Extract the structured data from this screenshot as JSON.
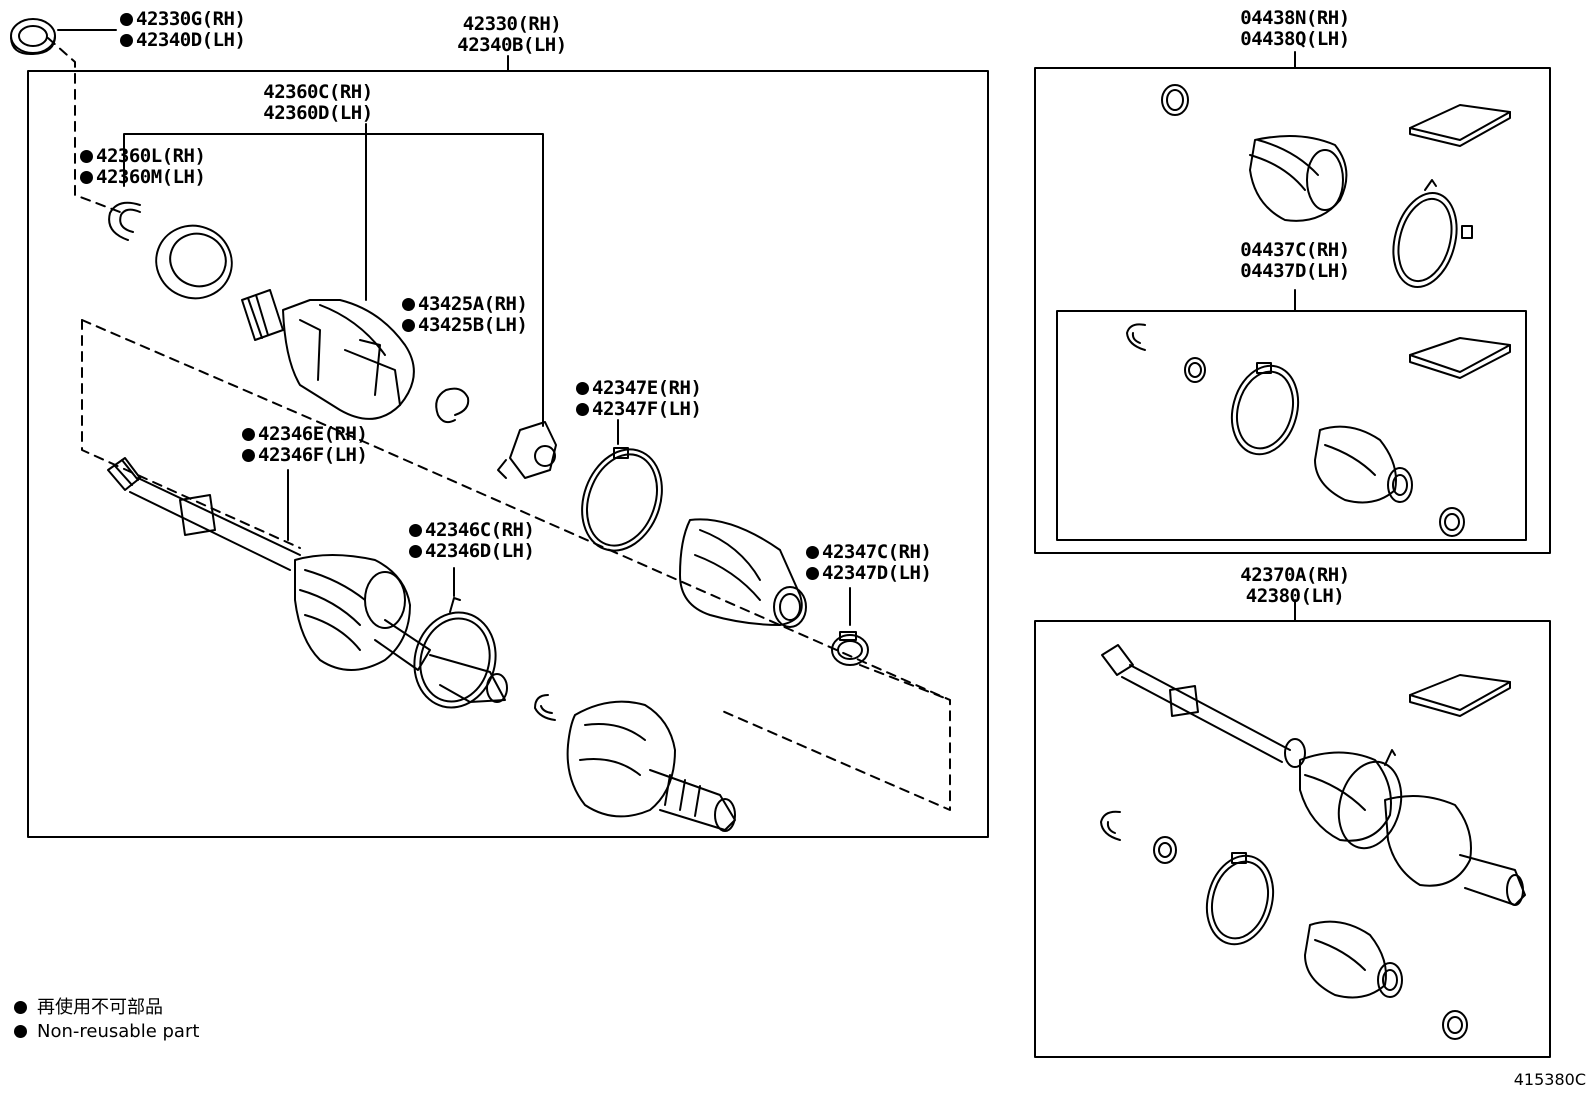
{
  "labels": {
    "p42330G": {
      "line1": "42330G(RH)",
      "line2": "42340D(LH)",
      "nonreusable": true
    },
    "p42330": {
      "line1": "42330(RH)",
      "line2": "42340B(LH)",
      "nonreusable": false
    },
    "p42360C": {
      "line1": "42360C(RH)",
      "line2": "42360D(LH)",
      "nonreusable": false
    },
    "p42360L": {
      "line1": "42360L(RH)",
      "line2": "42360M(LH)",
      "nonreusable": true
    },
    "p43425": {
      "line1": "43425A(RH)",
      "line2": "43425B(LH)",
      "nonreusable": true
    },
    "p42347E": {
      "line1": "42347E(RH)",
      "line2": "42347F(LH)",
      "nonreusable": true
    },
    "p42346E": {
      "line1": "42346E(RH)",
      "line2": "42346F(LH)",
      "nonreusable": true
    },
    "p42346C": {
      "line1": "42346C(RH)",
      "line2": "42346D(LH)",
      "nonreusable": true
    },
    "p42347C": {
      "line1": "42347C(RH)",
      "line2": "42347D(LH)",
      "nonreusable": true
    },
    "p04438": {
      "line1": "04438N(RH)",
      "line2": "04438Q(LH)",
      "nonreusable": false
    },
    "p04437": {
      "line1": "04437C(RH)",
      "line2": "04437D(LH)",
      "nonreusable": false
    },
    "p42370": {
      "line1": "42370A(RH)",
      "line2": "42380(LH)",
      "nonreusable": false
    }
  },
  "legend": {
    "jp": "再使用不可部品",
    "en": "Non-reusable part"
  },
  "figure_code": "415380C"
}
